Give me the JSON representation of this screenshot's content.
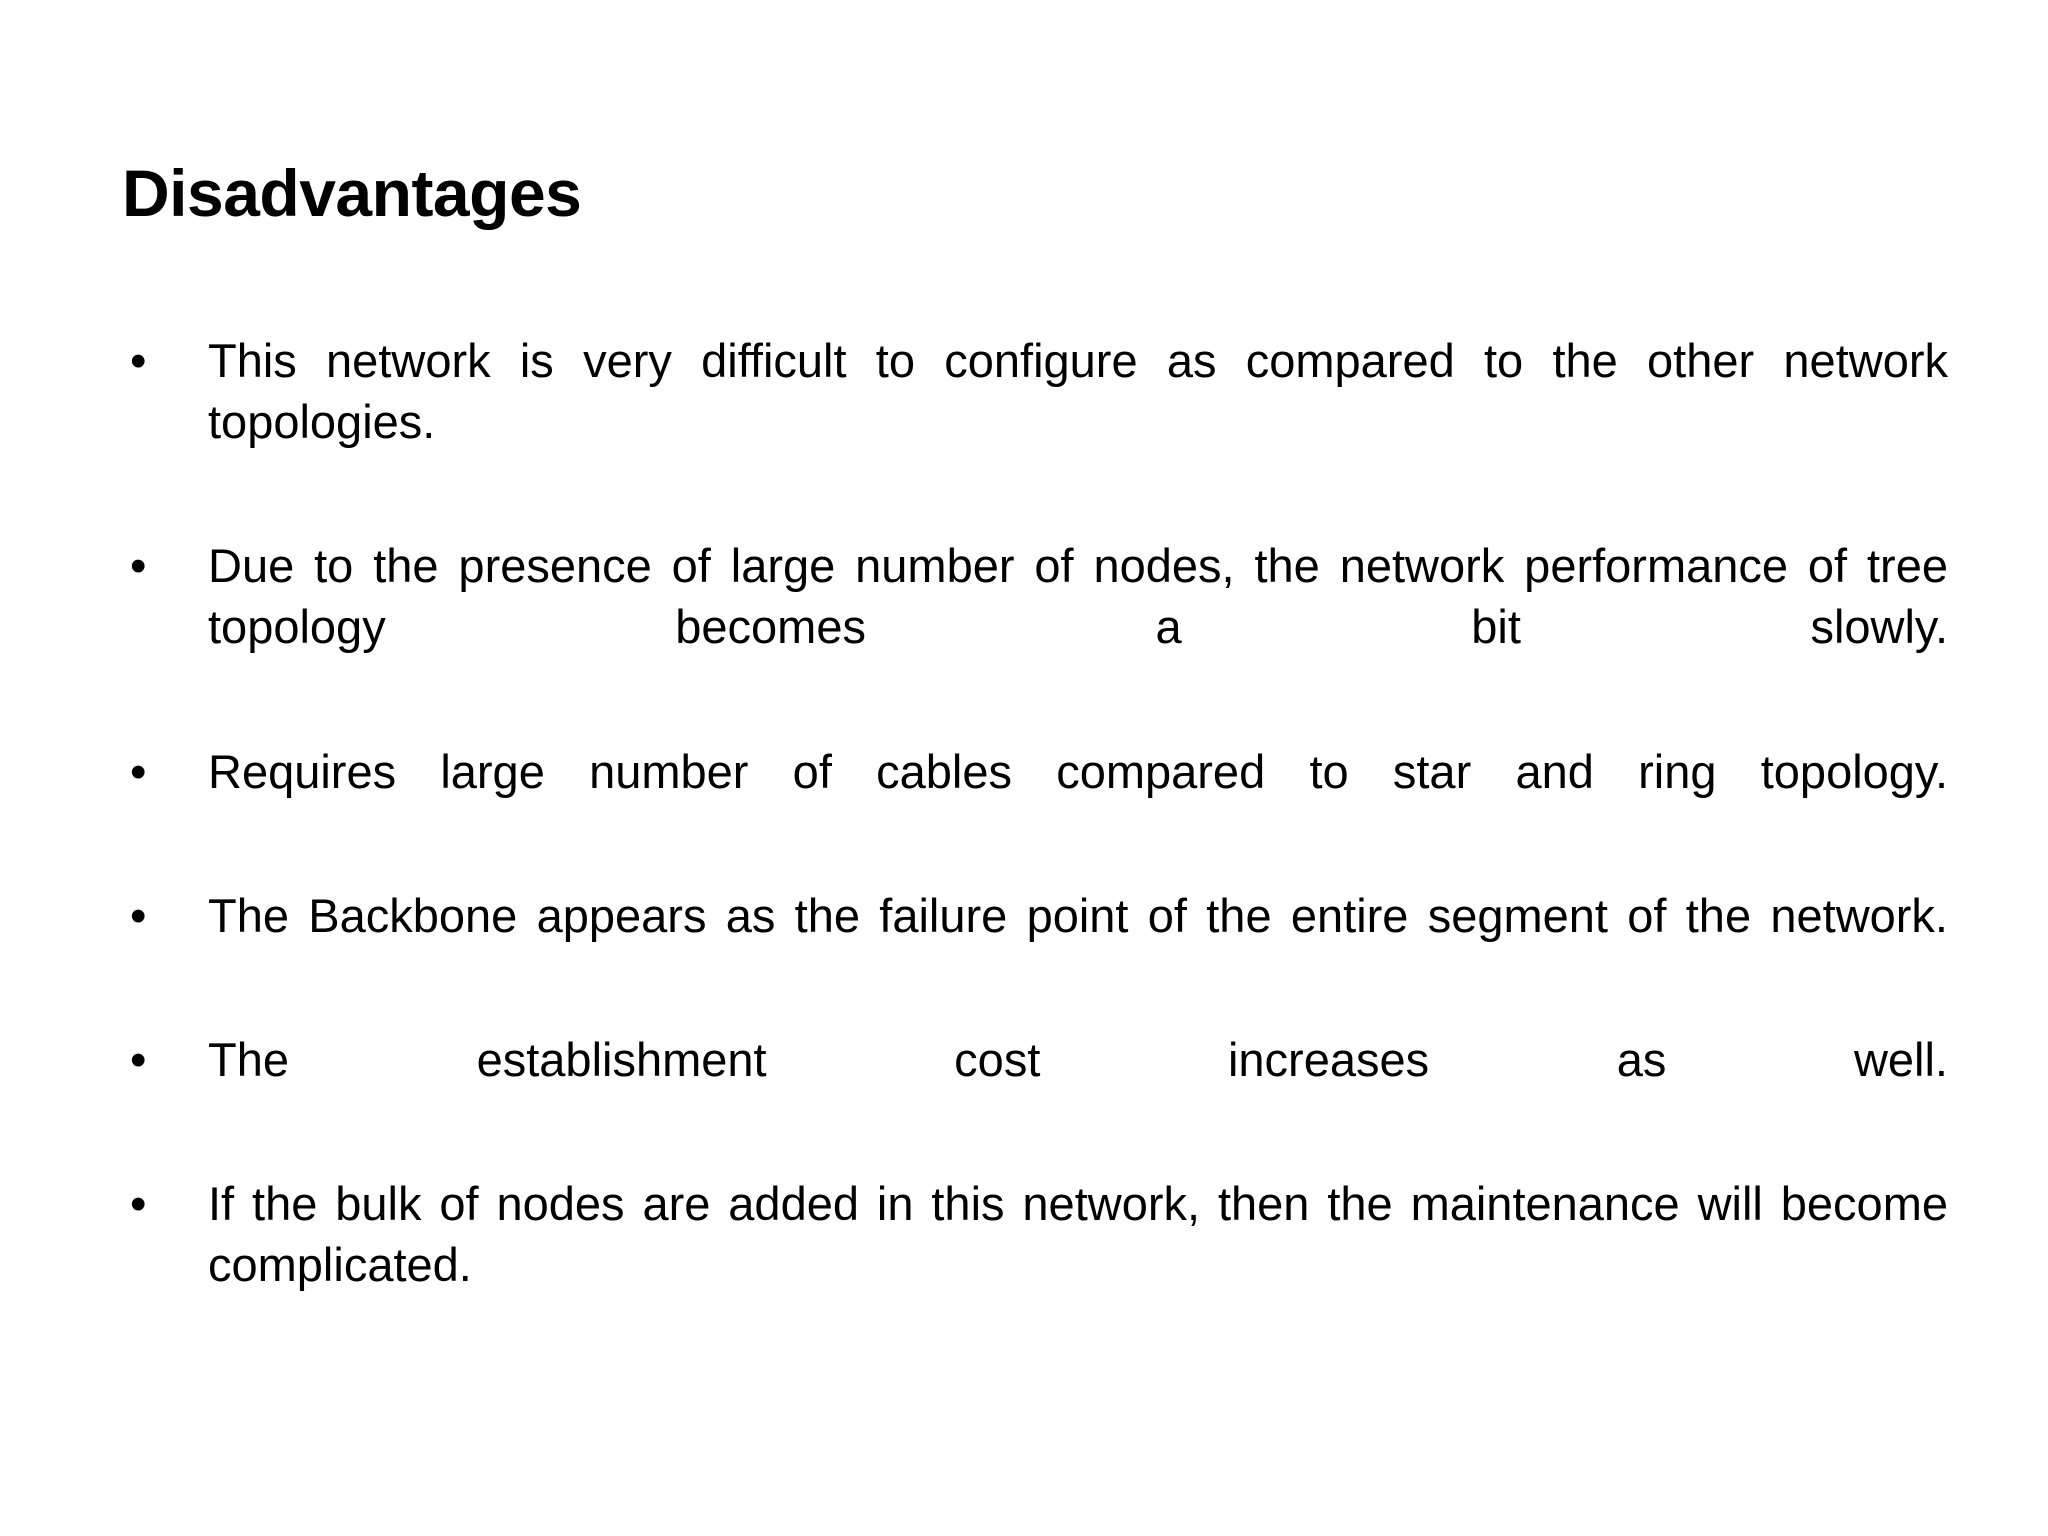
{
  "slide": {
    "title": "Disadvantages",
    "bullet_marker": "•",
    "background_color": "#FFFFFF",
    "text_color": "#000000",
    "bullets": [
      "This network is very difficult to configure as compared to the other network topologies.",
      "Due to the presence of large number of nodes, the network performance of tree topology becomes a bit slowly.",
      "Requires large number of cables compared to star and ring topology.",
      "The Backbone appears as the failure point of the entire segment of the network.",
      "The establishment cost increases as well.",
      "If the bulk of nodes are added in this network, then the maintenance will become complicated."
    ]
  }
}
